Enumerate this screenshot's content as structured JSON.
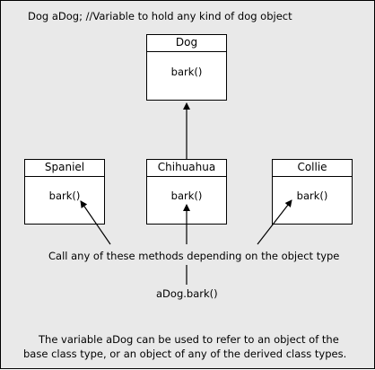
{
  "top_caption": "Dog aDog; //Variable to hold any kind of dog object",
  "classes": {
    "dog": {
      "name": "Dog",
      "method": "bark()"
    },
    "spaniel": {
      "name": "Spaniel",
      "method": "bark()"
    },
    "chihuahua": {
      "name": "Chihuahua",
      "method": "bark()"
    },
    "collie": {
      "name": "Collie",
      "method": "bark()"
    }
  },
  "call_caption": "Call any of these methods depending on the object type",
  "call_expression": "aDog.bark()",
  "bottom_caption": {
    "line1": "The variable aDog can be used to refer to an object of the",
    "line2": "base class type, or an object of any of the derived class types."
  },
  "colors": {
    "background": "#e9e9e9",
    "box_fill": "#ffffff",
    "stroke": "#000000"
  }
}
